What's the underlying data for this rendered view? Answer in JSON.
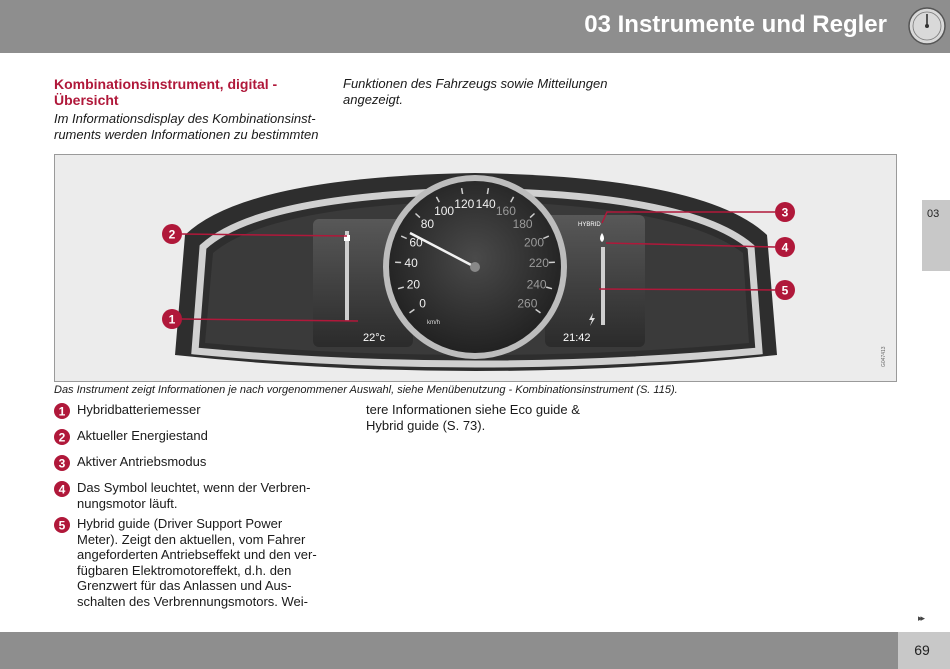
{
  "header": {
    "title": "03 Instrumente und Regler",
    "icon": "speedometer-icon"
  },
  "side_tab": {
    "label": "03"
  },
  "section": {
    "heading": "Kombinationsinstrument, digital - Übersicht",
    "intro_left": "Im Informationsdisplay des Kombinationsinst-ruments werden Informationen zu bestimmten",
    "intro_right": "Funktionen des Fahrzeugs sowie Mitteilungen angezeigt."
  },
  "figure": {
    "speed_ticks": [
      "0",
      "20",
      "40",
      "60",
      "80",
      "100",
      "120",
      "140",
      "160",
      "180",
      "200",
      "220",
      "240",
      "260"
    ],
    "speed_unit": "km/h",
    "temperature": "22°c",
    "clock": "21:42",
    "mode_label": "HYBRID",
    "image_code": "G047413",
    "callouts": [
      "1",
      "2",
      "3",
      "4",
      "5"
    ]
  },
  "caption": "Das Instrument zeigt Informationen je nach vorgenommener Auswahl, siehe Menübenutzung - Kombinationsinstrument (S. 115).",
  "legend": [
    {
      "number": "1",
      "text": "Hybridbatteriemesser"
    },
    {
      "number": "2",
      "text": "Aktueller Energiestand"
    },
    {
      "number": "3",
      "text": "Aktiver Antriebsmodus"
    },
    {
      "number": "4",
      "text": "Das Symbol leuchtet, wenn der Verbren-nungsmotor läuft."
    },
    {
      "number": "5",
      "text": "Hybrid guide (Driver Support Power Meter). Zeigt den aktuellen, vom Fahrer angeforderten Antriebseffekt und den ver-fügbaren Elektromotoreffekt, d.h. den Grenzwert für das Anlassen und Aus-schalten des Verbrennungsmotors. Wei-"
    }
  ],
  "continued_text": "tere Informationen siehe Eco guide & Hybrid guide (S. 73).",
  "footer": {
    "page_number": "69",
    "continue_icon": "double-arrow-right-icon",
    "continue_glyph": "▸▸"
  },
  "colors": {
    "accent": "#b0183a",
    "header_gray": "#8e8e8e",
    "tab_gray": "#c8c8c8"
  }
}
